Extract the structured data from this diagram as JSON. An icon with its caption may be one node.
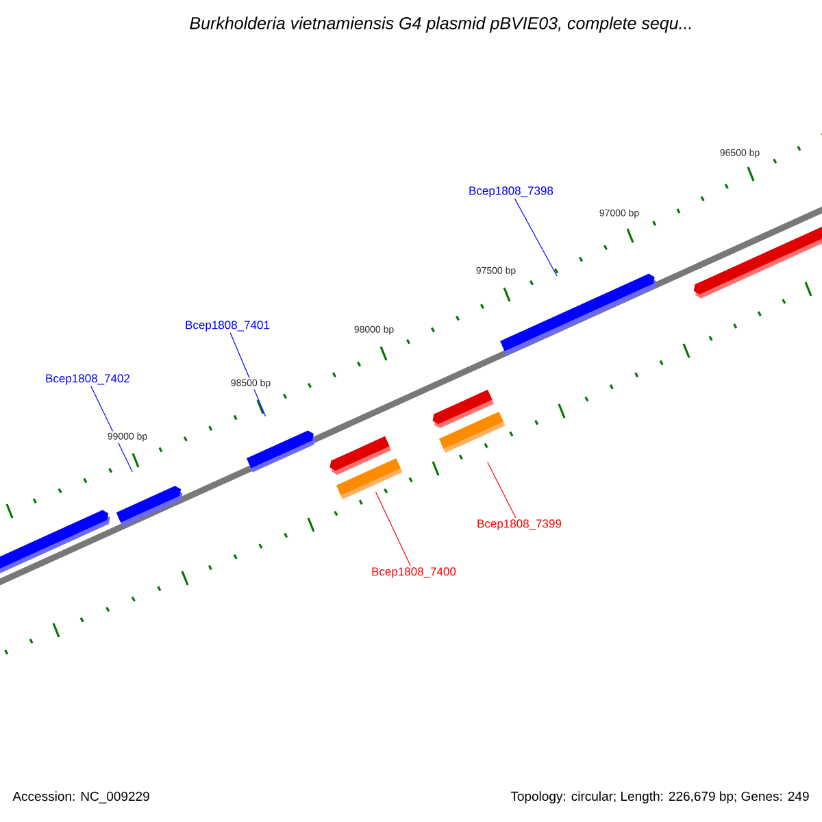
{
  "diagram": {
    "title": "*Burkholderia vietnamiensis* G4 plasmid pBVIE03, complete sequ...",
    "nodes": [
      {
        "text": [],
        "shape": "bar"
      },
      {
        "text": [],
        "shape": "bar"
      },
      {
        "text": [],
        "shape": "bar"
      },
      {
        "text": [],
        "shape": "bar"
      },
      {
        "text": [],
        "shape": "bar"
      },
      {
        "text": [],
        "shape": "bar"
      },
      {
        "text": [],
        "shape": "bar"
      },
      {
        "text": [],
        "shape": "bar"
      },
      {
        "text": [],
        "shape": "bar"
      },
      {
        "text": [
          "Bcep1808_7402"
        ]
      },
      {
        "text": [
          "Bcep1808_7401"
        ]
      },
      {
        "text": [
          "Bcep1808_7398"
        ]
      },
      {
        "text": [
          "Bcep1808_7400"
        ]
      },
      {
        "text": [
          "Bcep1808_7399"
        ]
      }
    ],
    "edges": [
      {
        "from": 9,
        "to": 1,
        "arrow": "none",
        "color": "#0000ff"
      },
      {
        "from": 10,
        "to": 2,
        "arrow": "none",
        "color": "#0000ff"
      },
      {
        "from": 11,
        "to": 7,
        "arrow": "none",
        "color": "#0000ff"
      },
      {
        "from": 12,
        "to": 4,
        "arrow": "none",
        "color": "#ff0000"
      },
      {
        "from": 13,
        "to": 6,
        "arrow": "none",
        "color": "#ff0000"
      }
    ],
    "labels": [
      "96500 bp",
      "97000 bp",
      "97500 bp",
      "98000 bp",
      "98500 bp",
      "99000 bp",
      "Accession: NC_009229",
      "Topology: circular; Length: 226,679 bp; Genes: 249"
    ]
  }
}
